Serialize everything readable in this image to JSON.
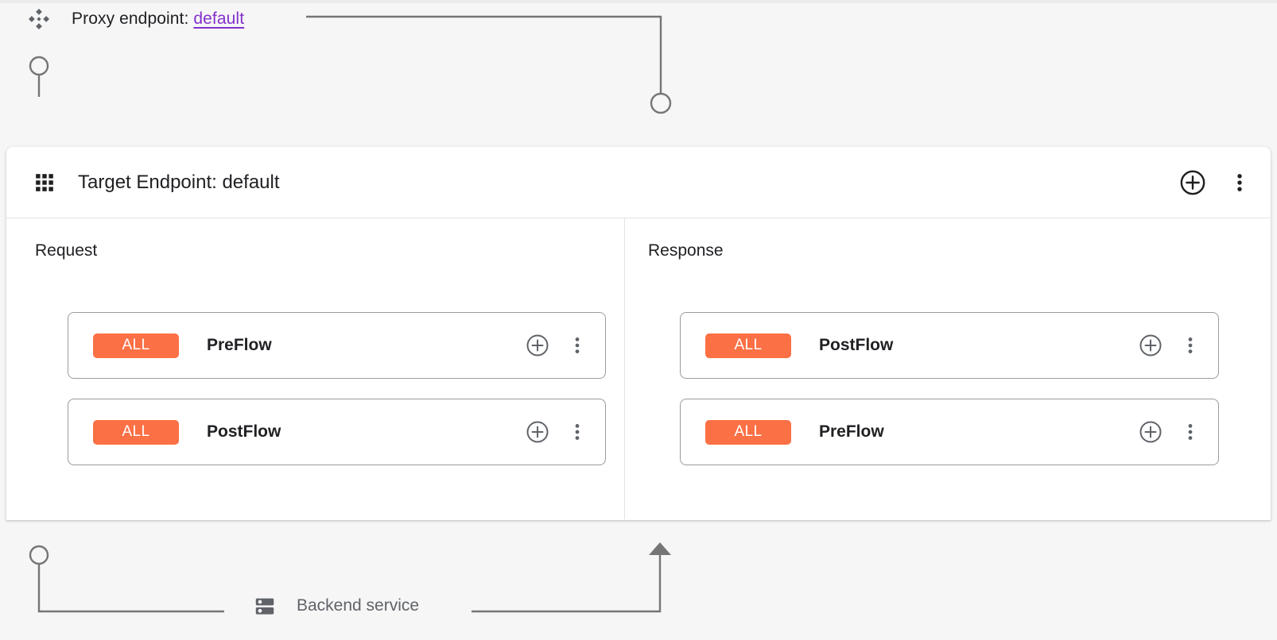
{
  "page": {
    "background": "#f6f6f6",
    "accent_orange": "#fb7045",
    "link_purple": "#8430ce",
    "connector_gray": "#757575"
  },
  "proxy_endpoint": {
    "icon": "diamond-cluster-icon",
    "label": "Proxy endpoint:",
    "value": "default"
  },
  "target_endpoint": {
    "icon": "apps-grid-icon",
    "title": "Target Endpoint: default",
    "add_icon": "plus-circle-icon",
    "menu_icon": "more-vert-icon",
    "columns": [
      {
        "label": "Request",
        "flows": [
          {
            "badge": "ALL",
            "name": "PreFlow",
            "add_icon": "plus-circle-icon",
            "menu_icon": "more-vert-icon"
          },
          {
            "badge": "ALL",
            "name": "PostFlow",
            "add_icon": "plus-circle-icon",
            "menu_icon": "more-vert-icon"
          }
        ]
      },
      {
        "label": "Response",
        "flows": [
          {
            "badge": "ALL",
            "name": "PostFlow",
            "add_icon": "plus-circle-icon",
            "menu_icon": "more-vert-icon"
          },
          {
            "badge": "ALL",
            "name": "PreFlow",
            "add_icon": "plus-circle-icon",
            "menu_icon": "more-vert-icon"
          }
        ]
      }
    ]
  },
  "backend": {
    "icon": "server-stack-icon",
    "label": "Backend service"
  }
}
